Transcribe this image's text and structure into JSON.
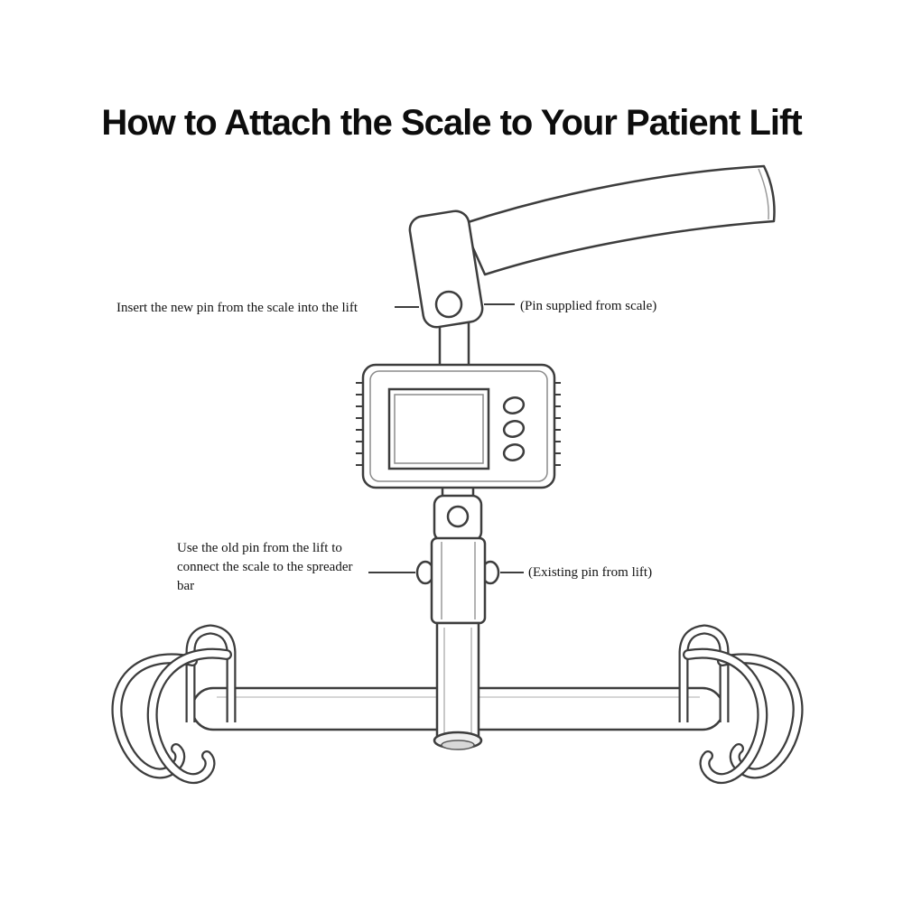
{
  "page": {
    "background": "#ffffff"
  },
  "title": "How to Attach the Scale to Your Patient Lift",
  "annotations": {
    "upper_left": {
      "text": "Insert the new pin from the scale into the lift"
    },
    "upper_right": {
      "text": "(Pin supplied from scale)"
    },
    "lower_left": {
      "lines": [
        "Use the old pin from the lift to",
        "connect the scale to the spreader",
        "bar"
      ]
    },
    "lower_right": {
      "text": "(Existing pin from lift)"
    }
  },
  "diagram": {
    "parts": [
      "lift-arm",
      "clevis-bracket",
      "new-scale-pin",
      "hanging-scale",
      "scale-display",
      "scale-buttons",
      "pivot-link",
      "existing-pin",
      "connector-tube",
      "spreader-bar",
      "left-sling-hooks",
      "right-sling-hooks"
    ],
    "colors": {
      "line": "#3d3d3d",
      "detail_line": "#999999",
      "text": "#141414"
    }
  }
}
